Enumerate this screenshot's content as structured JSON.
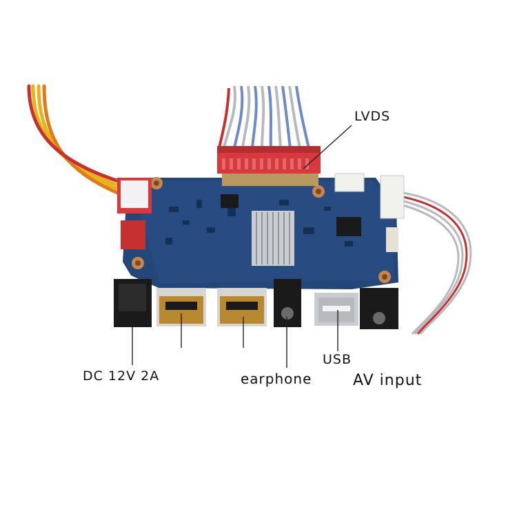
{
  "labels": {
    "lvds": "LVDS",
    "dc": "DC 12V 2A",
    "earphone": "earphone",
    "usb": "USB",
    "av": "AV input"
  },
  "colors": {
    "board": "#24477a",
    "cable_grey": "#b9b9bd",
    "cable_red": "#c73030",
    "wire_yellow": "#e8b31a",
    "wire_orange": "#e07a1a",
    "connector_red": "#d8393c",
    "metal": "#c9ccd0",
    "jack_black": "#1a1a1a"
  },
  "icons": {
    "board": "lcd-controller-board",
    "heatsink": "heatsink"
  }
}
